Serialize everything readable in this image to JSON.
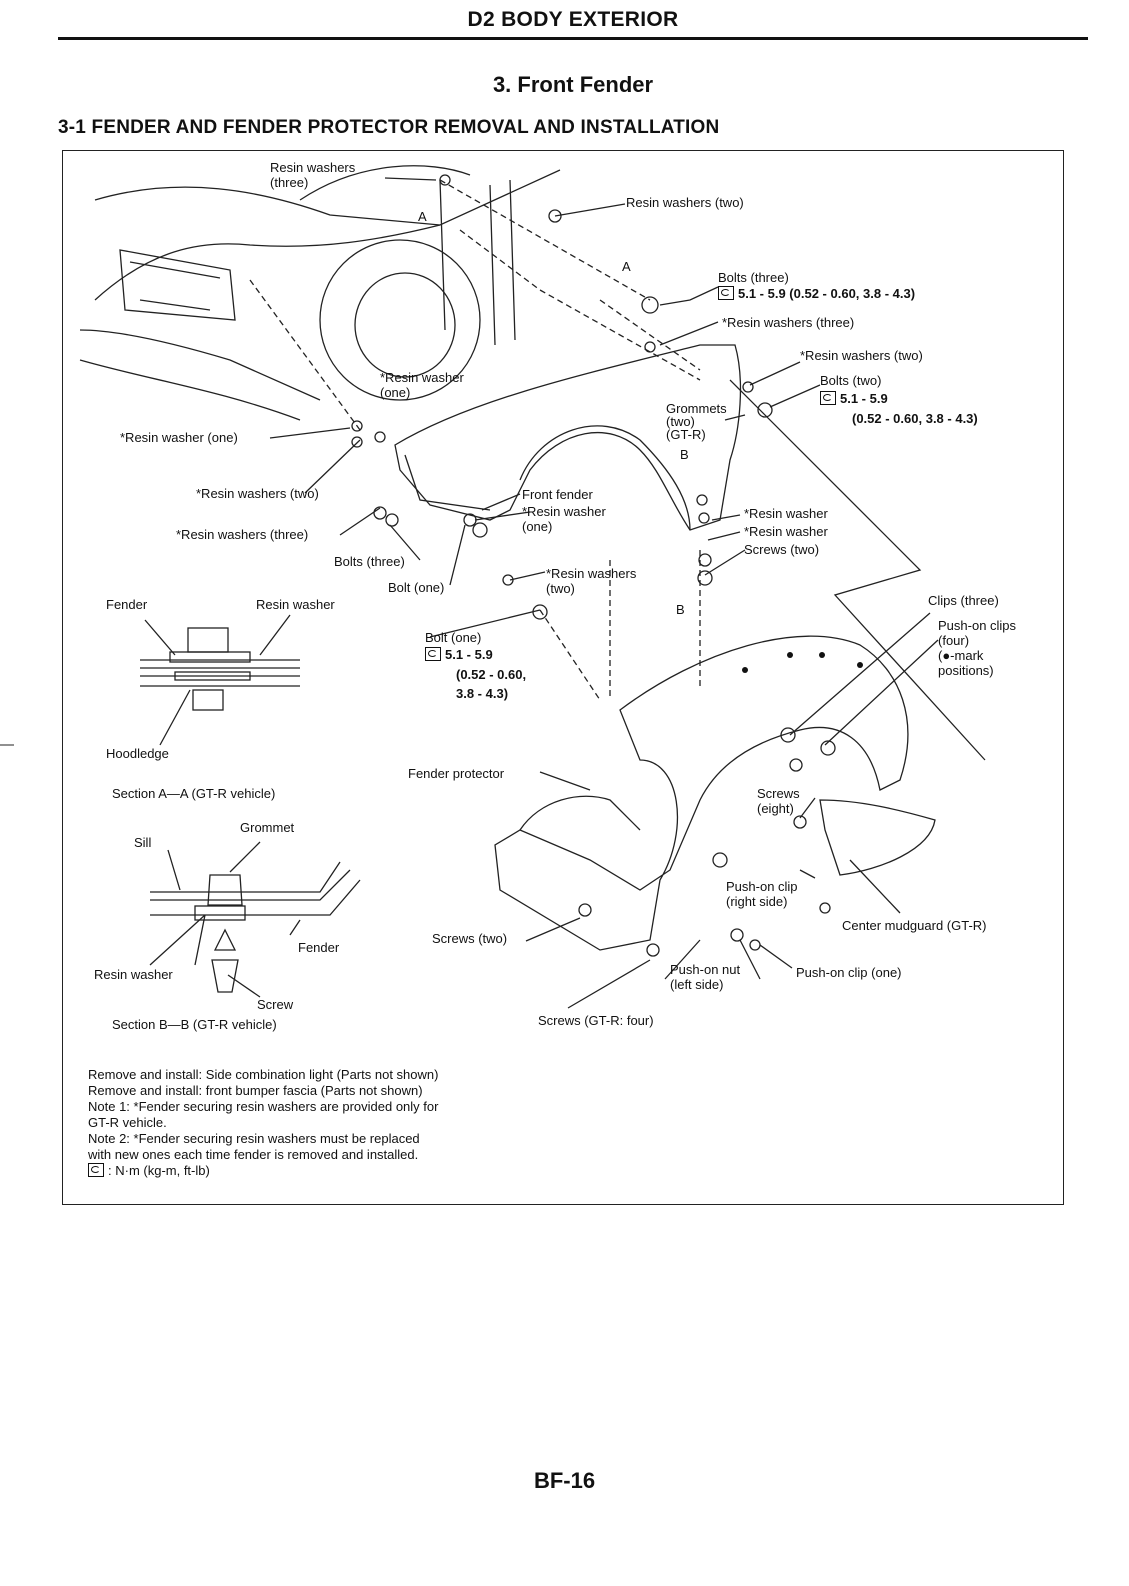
{
  "header": {
    "section": "D2 BODY EXTERIOR",
    "title": "3. Front Fender",
    "subtitle": "3-1 FENDER AND FENDER PROTECTOR REMOVAL AND INSTALLATION"
  },
  "labels": {
    "resin_washers_three_top": "Resin washers\n(three)",
    "resin_washers_two_top": "Resin washers (two)",
    "bolts_three": "Bolts (three)",
    "torque_1": "5.1 - 5.9 (0.52 - 0.60, 3.8 - 4.3)",
    "resin_washers_three_r": "*Resin washers (three)",
    "resin_washers_two_r": "*Resin washers (two)",
    "bolts_two": "Bolts (two)",
    "torque_2a": "5.1 - 5.9",
    "torque_2b": "(0.52 - 0.60, 3.8 - 4.3)",
    "grommets": "Grommets\n(two)\n(GT-R)",
    "resin_washer_one_mid": "*Resin washer\n(one)",
    "resin_washer_one_left": "*Resin washer (one)",
    "resin_washers_two_left": "*Resin washers (two)",
    "resin_washers_three_left": "*Resin washers (three)",
    "front_fender": "Front fender",
    "resin_washer_one_ff": "*Resin washer\n(one)",
    "resin_washer_r1": "*Resin washer",
    "resin_washer_r2": "*Resin washer",
    "screws_two_r": "Screws (two)",
    "bolts_three_low": "Bolts (three)",
    "bolt_one": "Bolt (one)",
    "resin_washers_two_low": "*Resin washers\n(two)",
    "bolt_one_b": "Bolt (one)",
    "torque_3a": "5.1 - 5.9",
    "torque_3b": "(0.52 - 0.60,",
    "torque_3c": "3.8 - 4.3)",
    "clips_three": "Clips (three)",
    "pushon_clips_four": "Push-on clips\n(four)\n(●-mark\npositions)",
    "fender_a": "Fender",
    "resin_washer_a": "Resin washer",
    "hoodledge": "Hoodledge",
    "section_aa": "Section A—A (GT-R vehicle)",
    "fender_protector": "Fender protector",
    "screws_eight": "Screws\n(eight)",
    "grommet_b": "Grommet",
    "sill": "Sill",
    "fender_b": "Fender",
    "resin_washer_b": "Resin washer",
    "screw_b": "Screw",
    "section_bb": "Section B—B (GT-R vehicle)",
    "pushon_clip_right": "Push-on clip\n(right side)",
    "center_mudguard": "Center mudguard (GT-R)",
    "screws_two_low": "Screws (two)",
    "pushon_nut": "Push-on nut\n(left side)",
    "pushon_clip_one": "Push-on clip (one)",
    "screws_gtr_four": "Screws (GT-R: four)",
    "mark_a1": "A",
    "mark_a2": "A",
    "mark_b1": "B",
    "mark_b2": "B"
  },
  "notes": [
    "Remove and install: Side combination light (Parts not shown)",
    "Remove and install: front bumper fascia (Parts not shown)",
    "Note 1: *Fender securing resin washers are provided only for",
    "GT-R vehicle.",
    "Note 2: *Fender securing resin washers must be replaced",
    "with new ones each time fender is removed and installed.",
    ": N·m (kg-m, ft-lb)"
  ],
  "page_number": "BF-16"
}
